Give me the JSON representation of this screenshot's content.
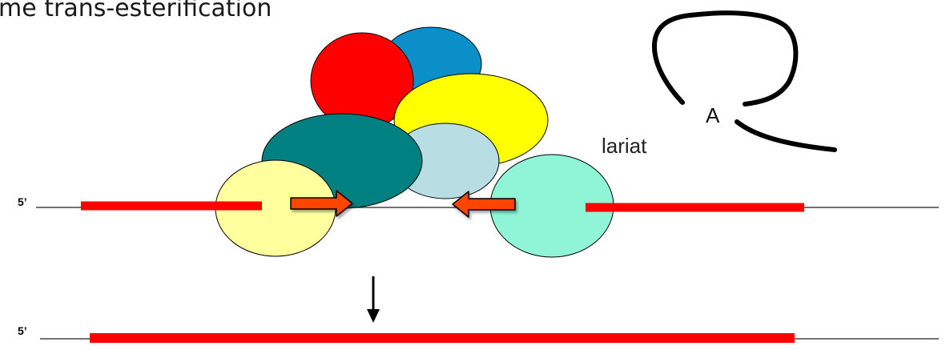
{
  "title": "me trans-esterification",
  "labels": {
    "lariat": "lariat",
    "branch_nucleotide": "A",
    "five_prime_top": "5’",
    "five_prime_bottom": "5’"
  },
  "colors": {
    "exon": "#ff0000",
    "intron_line": "#444444",
    "blue_subunit": "#0a8fc8",
    "red_subunit": "#ff0000",
    "yellow_subunit": "#ffff00",
    "teal_subunit": "#008080",
    "lightblue_subunit": "#b8dde3",
    "paleyellow_subunit": "#ffff9e",
    "mint_subunit": "#8ff5d6",
    "arrow_fill": "#ff4500"
  }
}
